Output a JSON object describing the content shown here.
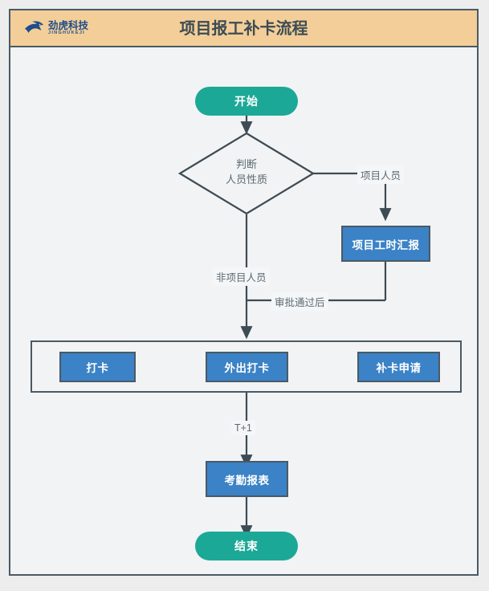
{
  "header": {
    "brand_name": "劲虎科技",
    "brand_sub": "JINGHUKEJI",
    "logo_icon": "jinghu-fish-logo-icon",
    "title": "项目报工补卡流程"
  },
  "colors": {
    "page_background": "#EDEDED",
    "card_background": "#F2F3F4",
    "frame_border": "#4A5A66",
    "header_background": "#F3CE98",
    "terminator_fill": "#1CA897",
    "process_fill": "#3B82C6",
    "line_stroke": "#4A5A66",
    "label_text": "#5B6B75",
    "title_text": "#3D4B54",
    "brand_text": "#1F4E8C"
  },
  "flowchart": {
    "type": "flowchart",
    "orientation": "top-to-bottom",
    "nodes": [
      {
        "id": "start",
        "shape": "terminator",
        "label": "开始"
      },
      {
        "id": "decision",
        "shape": "diamond",
        "label": "判断\n人员性质"
      },
      {
        "id": "project_hours",
        "shape": "process",
        "label": "项目工时汇报"
      },
      {
        "id": "punch",
        "shape": "process",
        "label": "打卡"
      },
      {
        "id": "out_punch",
        "shape": "process",
        "label": "外出打卡"
      },
      {
        "id": "makeup_apply",
        "shape": "process",
        "label": "补卡申请"
      },
      {
        "id": "attendance",
        "shape": "process",
        "label": "考勤报表"
      },
      {
        "id": "end",
        "shape": "terminator",
        "label": "结束"
      }
    ],
    "edge_labels": [
      {
        "id": "project_staff",
        "label": "项目人员"
      },
      {
        "id": "non_project_staff",
        "label": "非项目人员"
      },
      {
        "id": "after_approval",
        "label": "审批通过后"
      },
      {
        "id": "t_plus_one",
        "label": "T+1"
      }
    ],
    "group": {
      "id": "attendance_group",
      "label": ""
    }
  }
}
